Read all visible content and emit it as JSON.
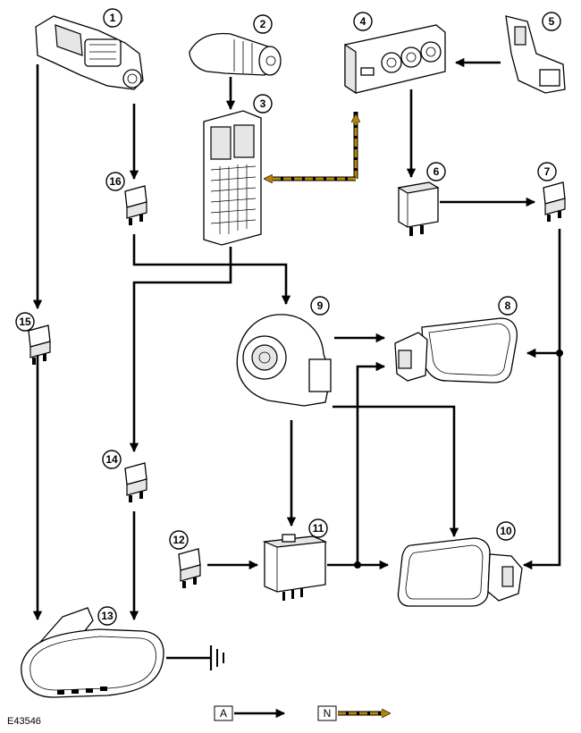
{
  "figure_id": "E43546",
  "component_numbers": [
    "1",
    "2",
    "3",
    "4",
    "5",
    "6",
    "7",
    "8",
    "9",
    "10",
    "11",
    "12",
    "13",
    "14",
    "15",
    "16"
  ],
  "legend": {
    "a_label": "A",
    "n_label": "N"
  },
  "colors": {
    "line_a": "#000000",
    "line_n": "#b8860b"
  }
}
